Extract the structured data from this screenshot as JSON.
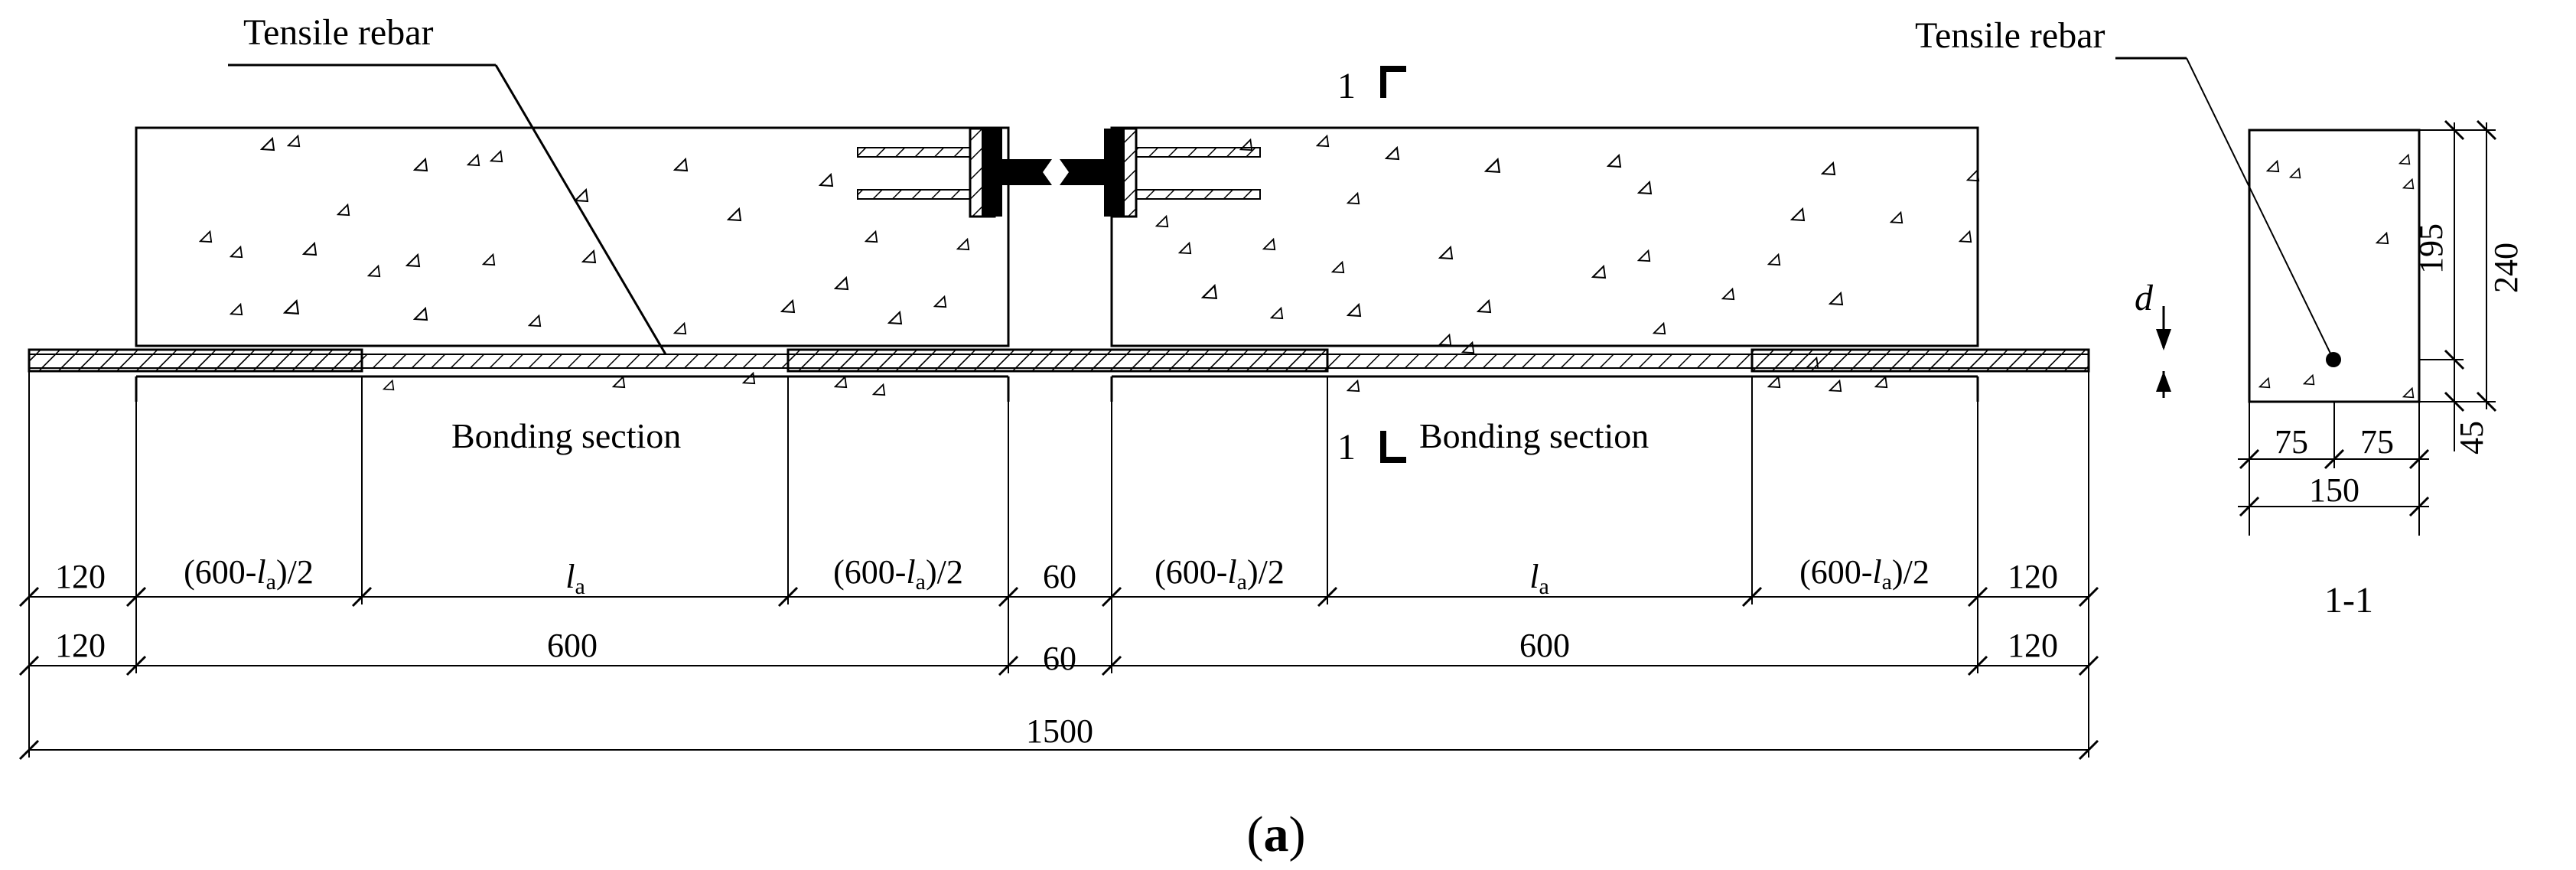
{
  "labels": {
    "tensile_rebar_left": "Tensile rebar",
    "tensile_rebar_right": "Tensile rebar",
    "bonding_section_left": "Bonding section",
    "bonding_section_right": "Bonding section",
    "section_mark": "1",
    "section_mark_bottom": "1",
    "d_symbol": "d",
    "section_title": "1-1",
    "caption_open": "(",
    "caption_letter": "a",
    "caption_close": ")"
  },
  "dims_row1": {
    "end_left": "120",
    "half_prefix": "(600-",
    "l_symbol": "l",
    "l_sub": "a",
    "half_suffix": ")/2",
    "gap": "60",
    "end_right": "120"
  },
  "dims_row2": {
    "end_left": "120",
    "beam_left": "600",
    "gap": "60",
    "beam_right": "600",
    "end_right": "120"
  },
  "dims_total": "1500",
  "section_dims": {
    "half_left": "75",
    "half_right": "75",
    "width": "150",
    "top_part": "195",
    "height": "240",
    "cover": "45"
  }
}
